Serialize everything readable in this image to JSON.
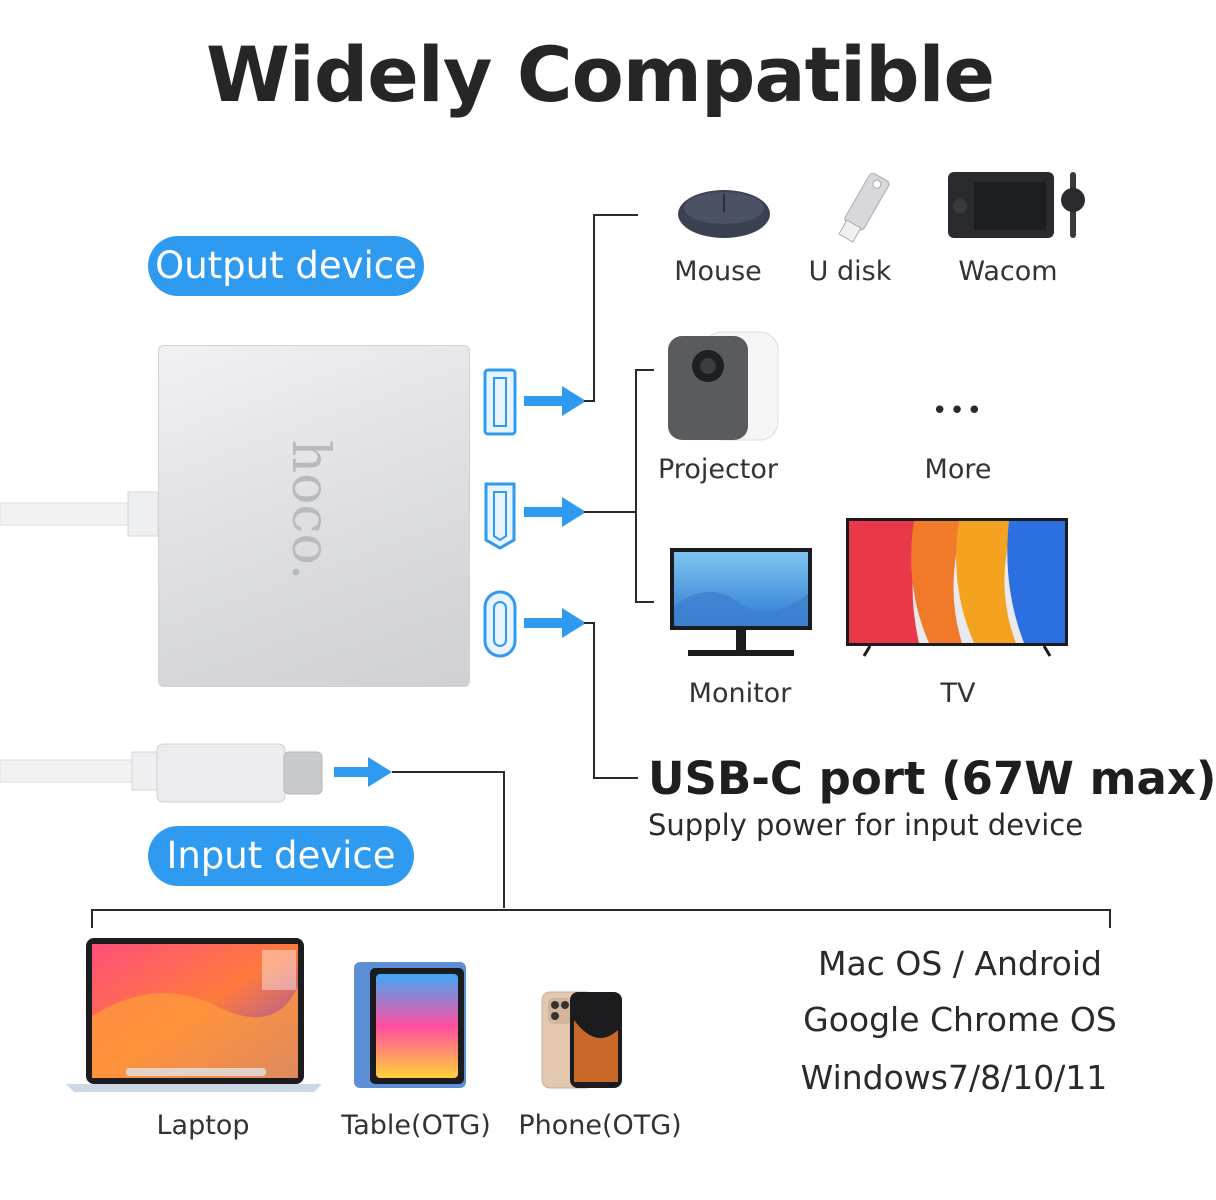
{
  "title": "Widely Compatible",
  "pills": {
    "output": "Output device",
    "input": "Input device"
  },
  "hub": {
    "brand": "hoco."
  },
  "devices": {
    "mouse": "Mouse",
    "udisk": "U disk",
    "wacom": "Wacom",
    "projector": "Projector",
    "more_dots": "•••",
    "more": "More",
    "monitor": "Monitor",
    "tv": "TV"
  },
  "usbc": {
    "title": "USB-C port (67W max)",
    "subtitle": "Supply power for input device"
  },
  "inputs": {
    "laptop": "Laptop",
    "tablet": "Table(OTG)",
    "phone": "Phone(OTG)"
  },
  "os": {
    "line1": "Mac OS / Android",
    "line2": "Google Chrome OS",
    "line3": "Windows7/8/10/11"
  },
  "colors": {
    "accent": "#2f9bf0",
    "text": "#262626"
  }
}
